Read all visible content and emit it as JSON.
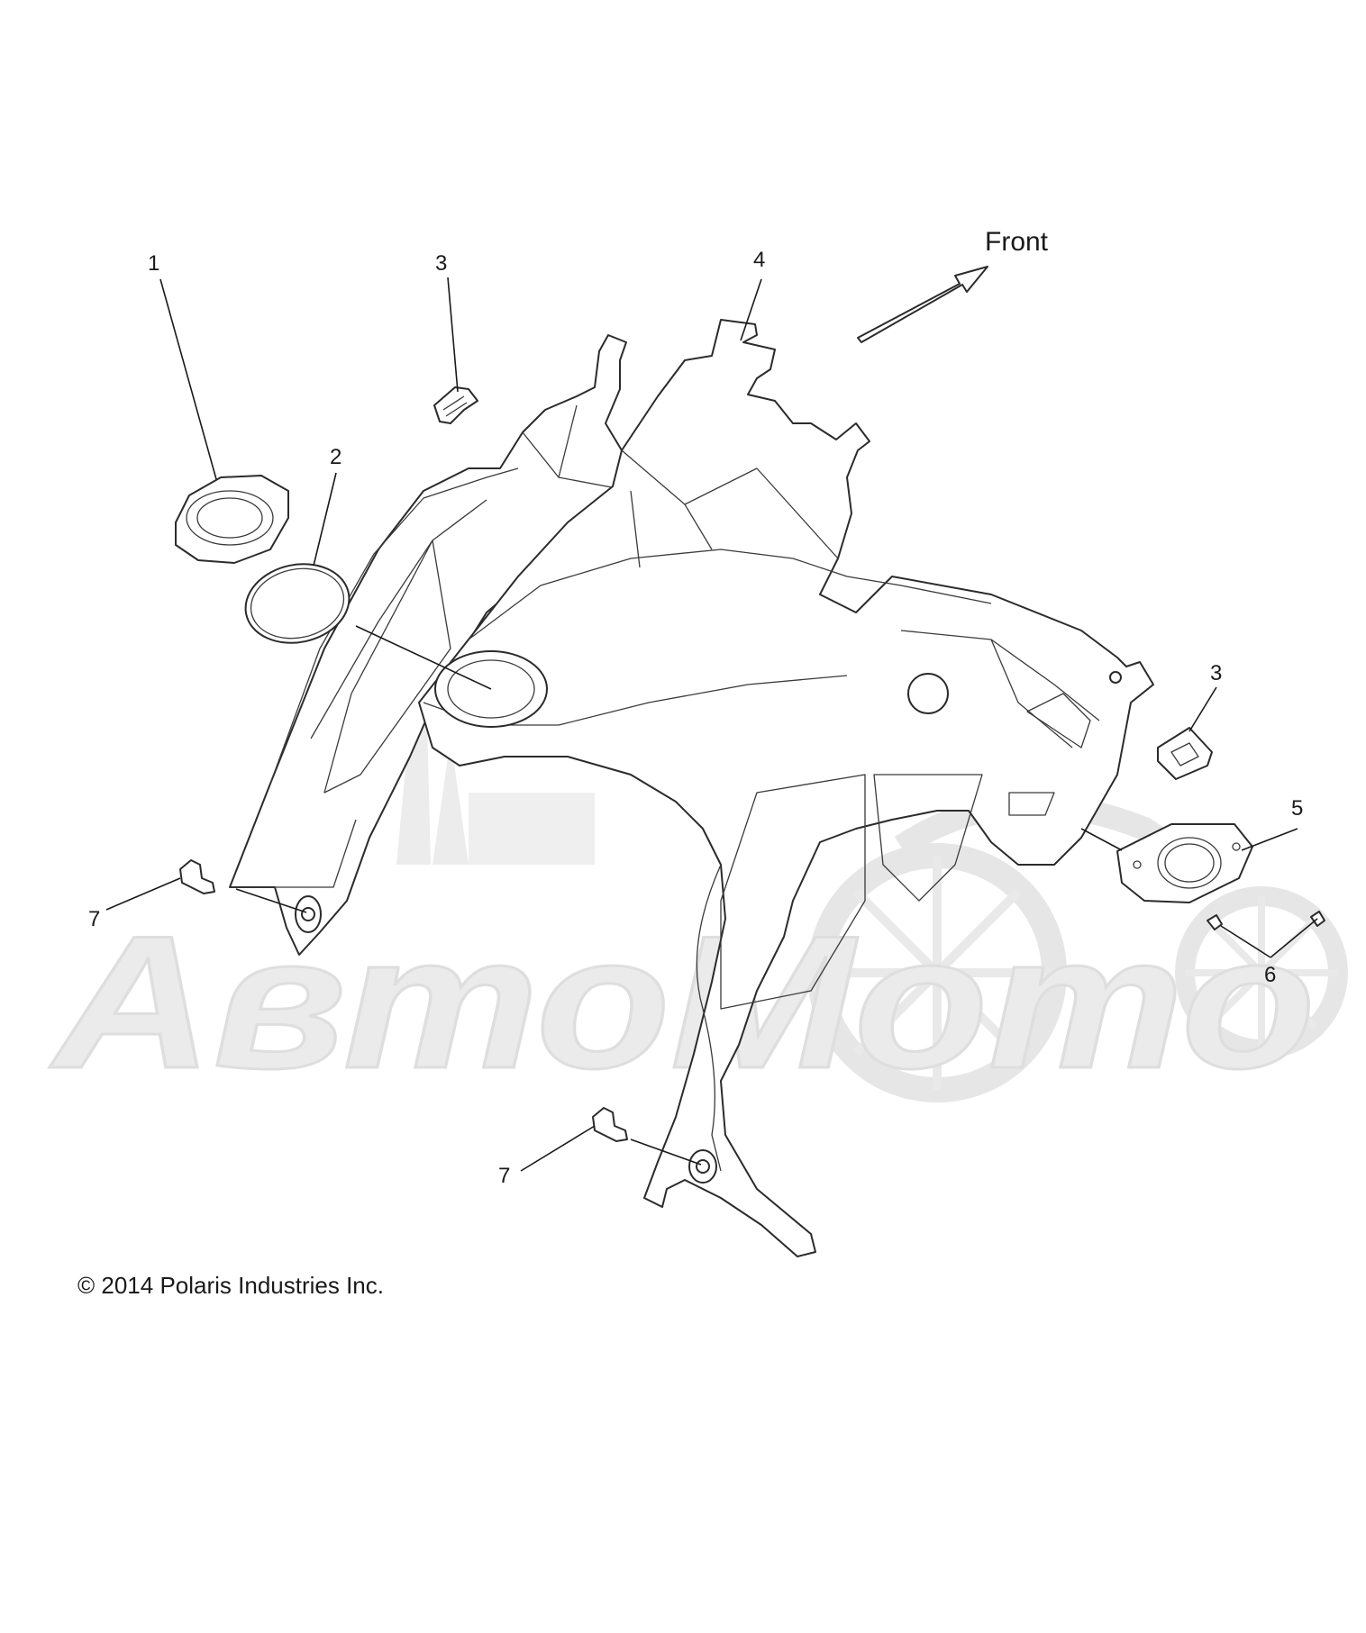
{
  "diagram": {
    "orientation_label": "Front",
    "copyright": "© 2014 Polaris Industries Inc.",
    "watermark": "АвтоМото",
    "callouts": [
      {
        "id": "callout-1-seal-nut",
        "text": "1"
      },
      {
        "id": "callout-2-o-ring",
        "text": "2"
      },
      {
        "id": "callout-3-clip-top",
        "text": "3"
      },
      {
        "id": "callout-3-clip-right",
        "text": "3"
      },
      {
        "id": "callout-4-cover-panel",
        "text": "4"
      },
      {
        "id": "callout-5-plate",
        "text": "5"
      },
      {
        "id": "callout-6-screws",
        "text": "6"
      },
      {
        "id": "callout-7-rivet-left",
        "text": "7"
      },
      {
        "id": "callout-7-rivet-bottom",
        "text": "7"
      }
    ],
    "colors": {
      "line": "#2b2b2b",
      "watermark": "#e4e4e4",
      "background": "#ffffff"
    }
  }
}
